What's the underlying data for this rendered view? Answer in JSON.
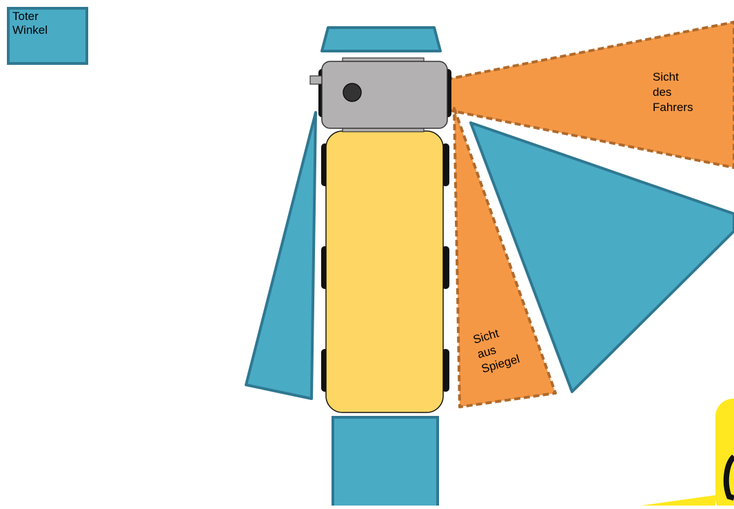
{
  "legend": {
    "label_lines": [
      "Toter",
      "Winkel"
    ],
    "color": "#4aabc5"
  },
  "zones": {
    "driver_view_lines": [
      "Sicht",
      "des",
      "Fahrers"
    ],
    "mirror_view_lines": [
      "Sicht",
      "aus",
      "Spiegel"
    ]
  },
  "colors": {
    "blind_spot": "#4aabc5",
    "blind_spot_border": "#2f7891",
    "view": "#f59846",
    "view_border": "#b06a2b",
    "trailer": "#fdd663",
    "cab": "#b3b1b1",
    "sign": "#ffe81f"
  }
}
